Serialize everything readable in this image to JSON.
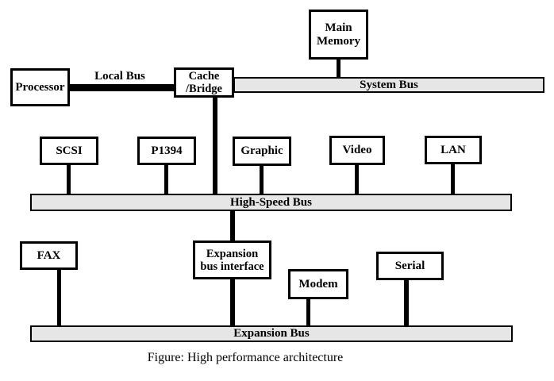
{
  "figure": {
    "caption": "Figure: High performance architecture"
  },
  "labels": {
    "local_bus": "Local Bus"
  },
  "nodes": {
    "main_memory": {
      "label": "Main\nMemory"
    },
    "processor": {
      "label": "Processor"
    },
    "cache_bridge": {
      "label": "Cache\n/Bridge"
    },
    "scsi": {
      "label": "SCSI"
    },
    "p1394": {
      "label": "P1394"
    },
    "graphic": {
      "label": "Graphic"
    },
    "video": {
      "label": "Video"
    },
    "lan": {
      "label": "LAN"
    },
    "fax": {
      "label": "FAX"
    },
    "expansion_interface": {
      "label": "Expansion\nbus interface"
    },
    "modem": {
      "label": "Modem"
    },
    "serial": {
      "label": "Serial"
    }
  },
  "buses": {
    "system": {
      "label": "System Bus"
    },
    "high_speed": {
      "label": "High-Speed Bus"
    },
    "expansion": {
      "label": "Expansion Bus"
    }
  },
  "edges": [
    {
      "from": "main_memory",
      "to": "system_bus"
    },
    {
      "from": "processor",
      "to": "cache_bridge",
      "via": "local_bus"
    },
    {
      "from": "cache_bridge",
      "to": "system_bus"
    },
    {
      "from": "cache_bridge",
      "to": "high_speed_bus"
    },
    {
      "from": "scsi",
      "to": "high_speed_bus"
    },
    {
      "from": "p1394",
      "to": "high_speed_bus"
    },
    {
      "from": "graphic",
      "to": "high_speed_bus"
    },
    {
      "from": "video",
      "to": "high_speed_bus"
    },
    {
      "from": "lan",
      "to": "high_speed_bus"
    },
    {
      "from": "high_speed_bus",
      "to": "expansion_interface"
    },
    {
      "from": "expansion_interface",
      "to": "expansion_bus"
    },
    {
      "from": "fax",
      "to": "expansion_bus"
    },
    {
      "from": "modem",
      "to": "expansion_bus"
    },
    {
      "from": "serial",
      "to": "expansion_bus"
    }
  ],
  "colors": {
    "bus_fill": "#e6e6e6",
    "line": "#000000",
    "box_fill": "#ffffff"
  }
}
